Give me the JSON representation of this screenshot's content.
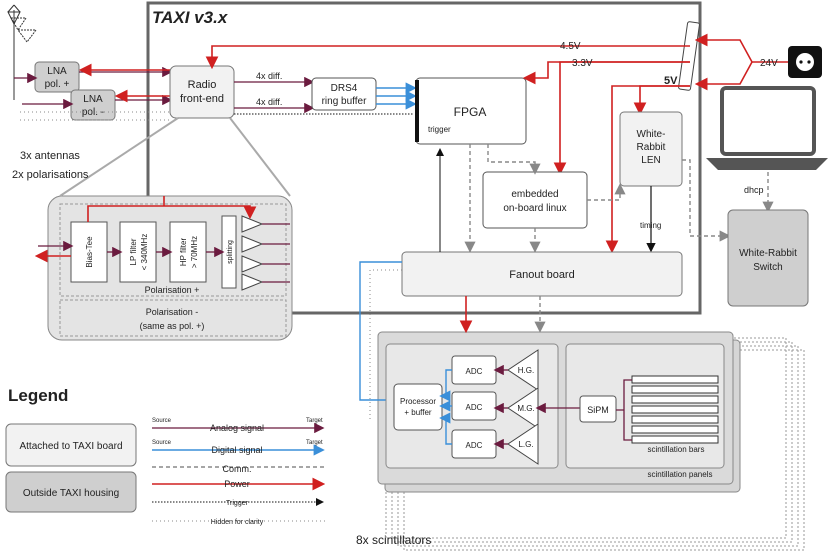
{
  "housing": {
    "title": "TAXI v3.x"
  },
  "blocks": {
    "lna_plus": [
      "LNA",
      "pol. +"
    ],
    "lna_minus": [
      "LNA",
      "pol. -"
    ],
    "radio": [
      "Radio",
      "front-end"
    ],
    "drs4": [
      "DRS4",
      "ring buffer"
    ],
    "fpga": "FPGA",
    "trigger_label": "trigger",
    "wr_len": [
      "White-",
      "Rabbit",
      "LEN"
    ],
    "linux": [
      "embedded",
      "on-board linux"
    ],
    "fanout": "Fanout board",
    "wr_switch": [
      "White-Rabbit",
      "Switch"
    ],
    "processor": [
      "Processor",
      "+ buffer"
    ],
    "adc": "ADC",
    "amp_hg": "H.G.",
    "amp_mg": "M.G.",
    "amp_lg": "L.G.",
    "sipm": "SiPM",
    "scint_bars": "scintillation bars",
    "scint_panels": "scintillation panels",
    "scintillators_count": "8x scintillators"
  },
  "labels": {
    "diff_top": "4x diff.",
    "diff_bottom": "4x diff.",
    "v45": "4.5V",
    "v33": "3.3V",
    "v5": "5V",
    "v24": "24V",
    "timing": "timing",
    "dhcp": "dhcp",
    "antennas": "3x antennas",
    "polarisations": "2x polarisations"
  },
  "inset": {
    "bias_tee": "Bias-Tee",
    "lp_filter": [
      "LP filter",
      "< 340MHz"
    ],
    "hp_filter": [
      "HP filter",
      "> 70MHz"
    ],
    "splitting": "splitting",
    "pol_plus": "Polarisation +",
    "pol_minus": [
      "Polarisation -",
      "(same as pol. +)"
    ]
  },
  "legend": {
    "title": "Legend",
    "attached": "Attached to TAXI board",
    "outside": "Outside TAXI housing",
    "source": "Source",
    "target": "Target",
    "analog": "Analog signal",
    "digital": "Digital signal",
    "comm": "Comm.",
    "power": "Power",
    "trigger": "Trigger",
    "hidden": "Hidden for clarity"
  },
  "colors": {
    "analog": "#6b1b3f",
    "digital": "#3a8fd9",
    "power": "#d02020",
    "comm": "#888888",
    "trigger": "#111111"
  }
}
